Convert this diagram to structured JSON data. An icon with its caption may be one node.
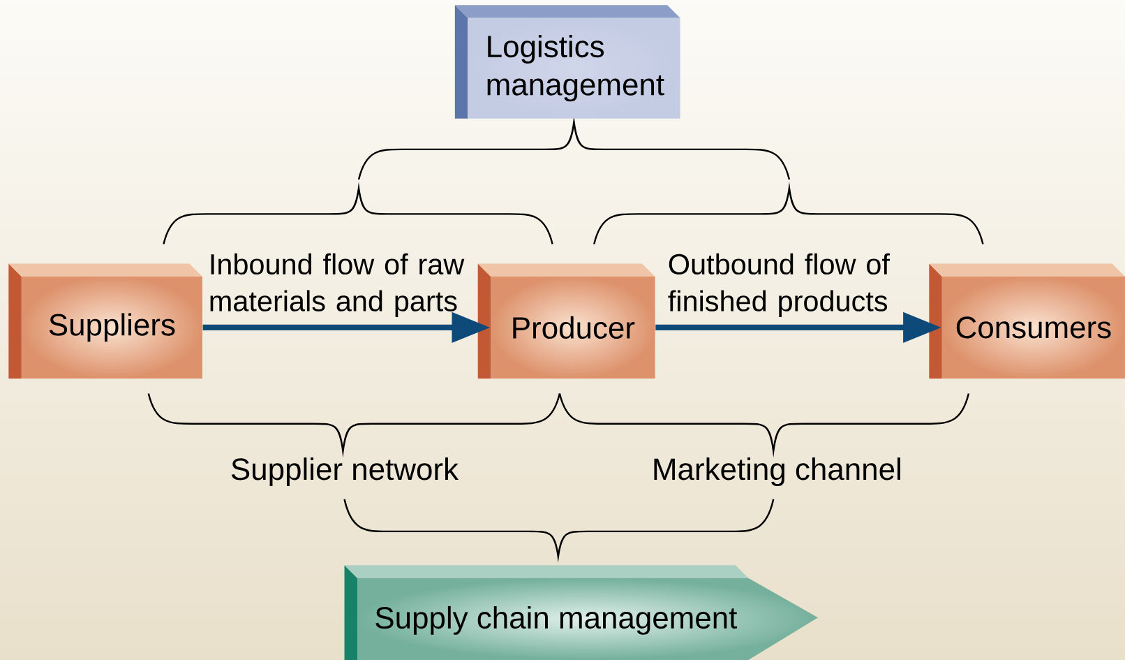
{
  "diagram": {
    "nodes": [
      {
        "text": [
          "Logistics management"
        ]
      },
      {
        "text": [
          "Suppliers"
        ]
      },
      {
        "text": [
          "Producer"
        ]
      },
      {
        "text": [
          "Consumers"
        ]
      },
      {
        "text": [
          "Supply chain management"
        ]
      }
    ],
    "edges": [
      {
        "from": 1,
        "to": 2,
        "arrow": "to",
        "label": "Inbound flow of raw materials and parts"
      },
      {
        "from": 2,
        "to": 3,
        "arrow": "to",
        "label": "Outbound flow of finished products"
      }
    ],
    "labels": [
      "Supplier network",
      "Marketing channel"
    ]
  }
}
